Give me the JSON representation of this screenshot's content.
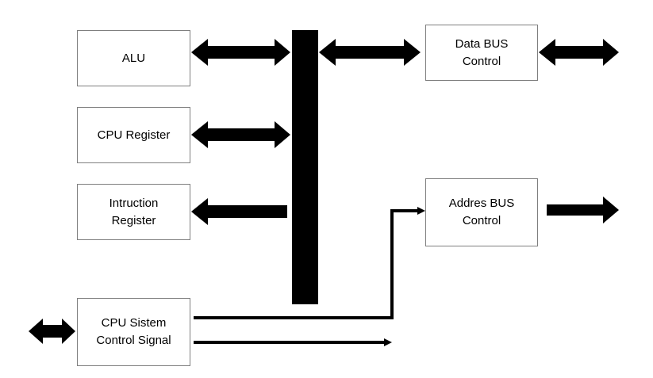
{
  "diagram": {
    "blocks": {
      "alu": "ALU",
      "cpu_register": "CPU Register",
      "instruction_register": "Intruction\nRegister",
      "data_bus_control": "Data BUS\nControl",
      "address_bus_control": "Addres BUS\nControl",
      "cpu_system_control": "CPU Sistem\nControl Signal"
    },
    "colors": {
      "arrow": "#000000",
      "box_border": "#7f7f7f",
      "background": "#ffffff"
    }
  }
}
